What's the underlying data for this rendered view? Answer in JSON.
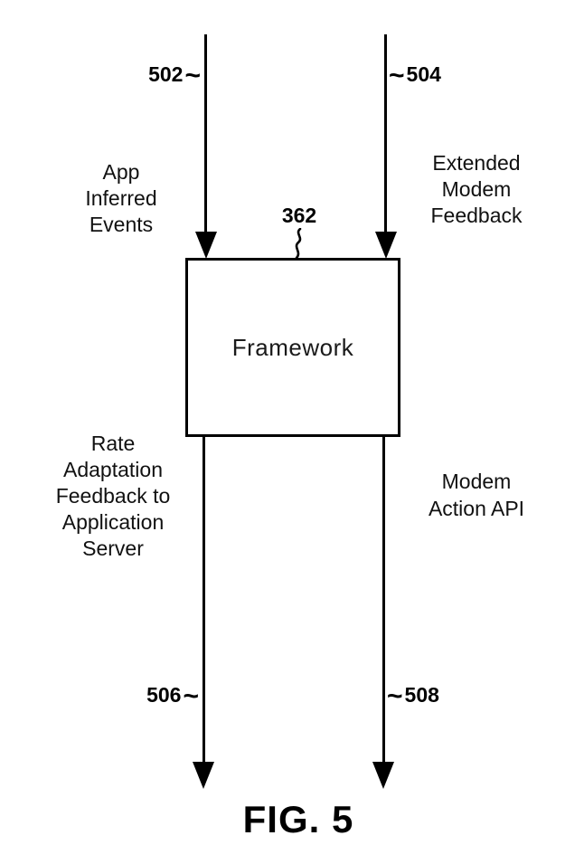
{
  "figure": {
    "caption": "FIG. 5",
    "box_label": "Framework",
    "box_ref": "362",
    "leader_glyph": "~",
    "arrows": {
      "in_left": {
        "ref": "502",
        "label": "App\nInferred\nEvents"
      },
      "in_right": {
        "ref": "504",
        "label": "Extended\nModem\nFeedback"
      },
      "out_left": {
        "ref": "506",
        "label": "Rate\nAdaptation\nFeedback to\nApplication\nServer"
      },
      "out_right": {
        "ref": "508",
        "label": "Modem\nAction API"
      }
    },
    "colors": {
      "ink": "#000000",
      "background": "#ffffff"
    }
  }
}
